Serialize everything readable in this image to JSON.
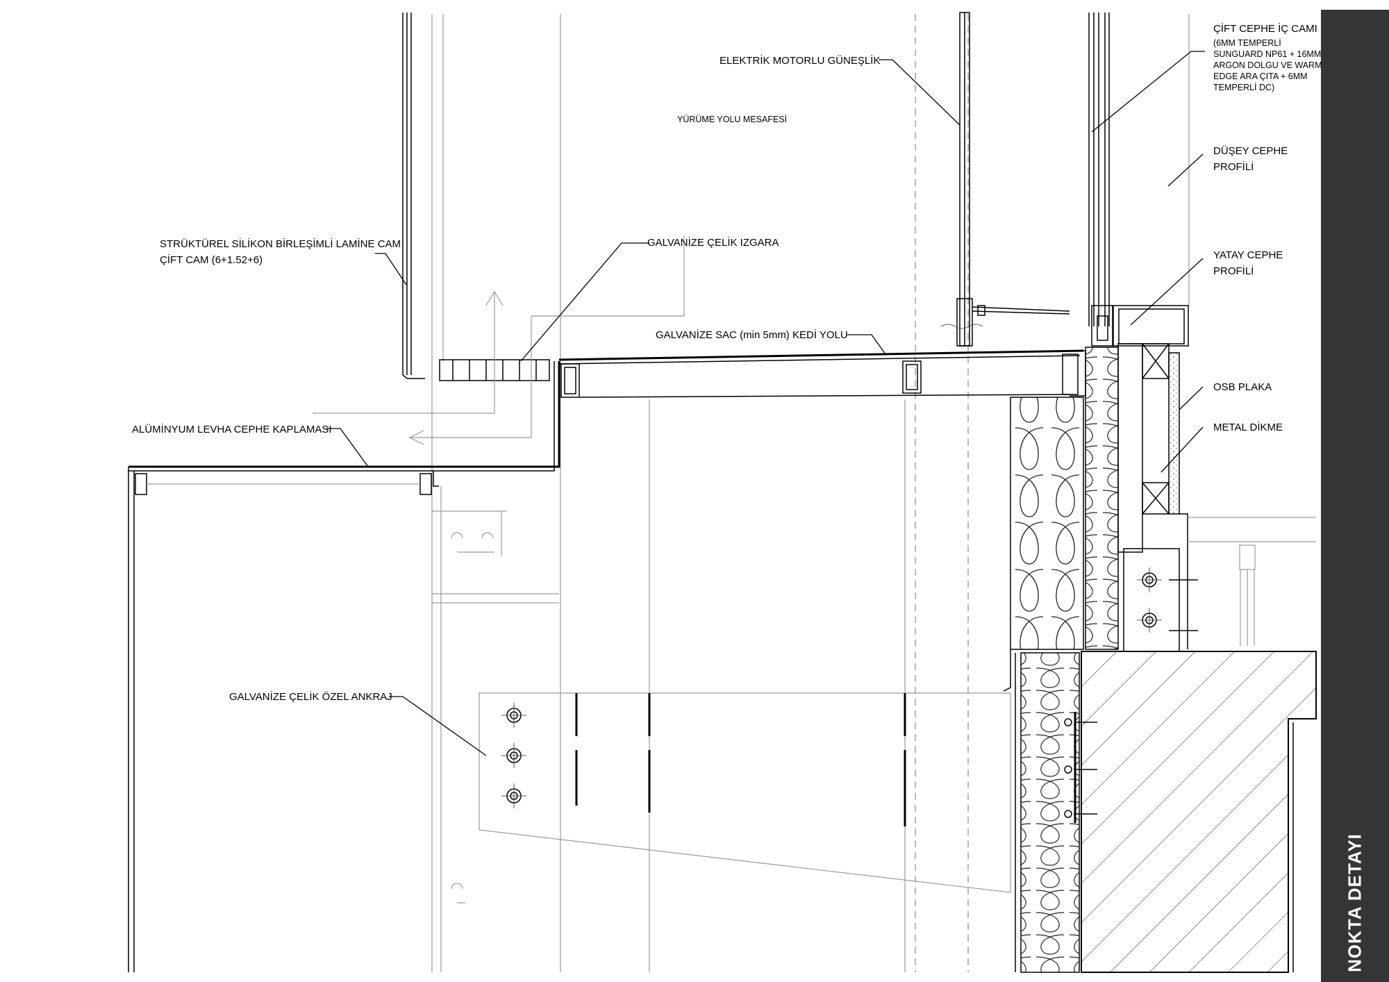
{
  "title": "NOKTA DETAYI",
  "labels": {
    "structural_glass_1": "STRÜKTÜREL SİLİKON BİRLEŞİMLİ LAMİNE CAM",
    "structural_glass_2": "ÇİFT CAM (6+1.52+6)",
    "grating": "GALVANİZE ÇELİK IZGARA",
    "sunshade": "ELEKTRİK MOTORLU GÜNEŞLİK",
    "walkway": "YÜRÜME YOLU MESAFESİ",
    "catwalk": "GALVANİZE SAC (min 5mm) KEDİ YOLU",
    "cladding": "ALÜMİNYUM LEVHA CEPHE KAPLAMASI",
    "anchor": "GALVANİZE ÇELİK ÖZEL ANKRAJ",
    "inner_glass_1": "ÇİFT CEPHE İÇ CAMI",
    "inner_glass_2": "(6MM TEMPERLİ",
    "inner_glass_3": "SUNGUARD NP61 + 16MM",
    "inner_glass_4": "ARGON DOLGU VE WARM",
    "inner_glass_5": "EDGE ARA ÇITA + 6MM",
    "inner_glass_6": "TEMPERLİ DC)",
    "vertical_profile_1": "DÜŞEY CEPHE",
    "vertical_profile_2": "PROFİLİ",
    "horizontal_profile_1": "YATAY CEPHE",
    "horizontal_profile_2": "PROFİLİ",
    "osb": "OSB PLAKA",
    "metal_stud": "METAL DİKME"
  },
  "colors": {
    "sidebar": "#353535",
    "line": "#000000"
  }
}
